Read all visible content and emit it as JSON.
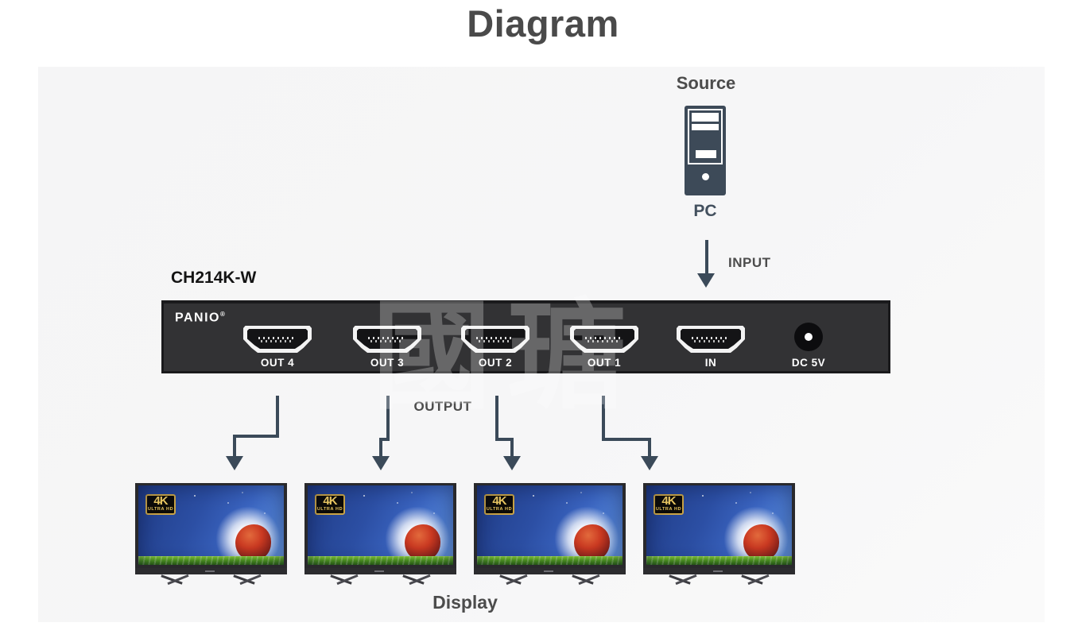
{
  "page": {
    "title": "Diagram",
    "watermark": "國瑭"
  },
  "source": {
    "label": "Source",
    "pc_label": "PC"
  },
  "input": {
    "label": "INPUT"
  },
  "splitter": {
    "model": "CH214K-W",
    "brand": "PANIO",
    "brand_reg": "®",
    "ports": [
      {
        "label": "OUT 4"
      },
      {
        "label": "OUT 3"
      },
      {
        "label": "OUT 2"
      },
      {
        "label": "OUT 1"
      },
      {
        "label": "IN"
      }
    ],
    "power_label": "DC 5V"
  },
  "output": {
    "label": "OUTPUT"
  },
  "displays": {
    "label": "Display",
    "badge_top": "4K",
    "badge_bottom": "ULTRA HD",
    "count": 4
  },
  "colors": {
    "accent_slate": "#3b4a59",
    "device_body": "#323234",
    "label_gray": "#4c4c4c",
    "badge_gold": "#eecb63",
    "panel_bg": "#f6f6f7"
  }
}
